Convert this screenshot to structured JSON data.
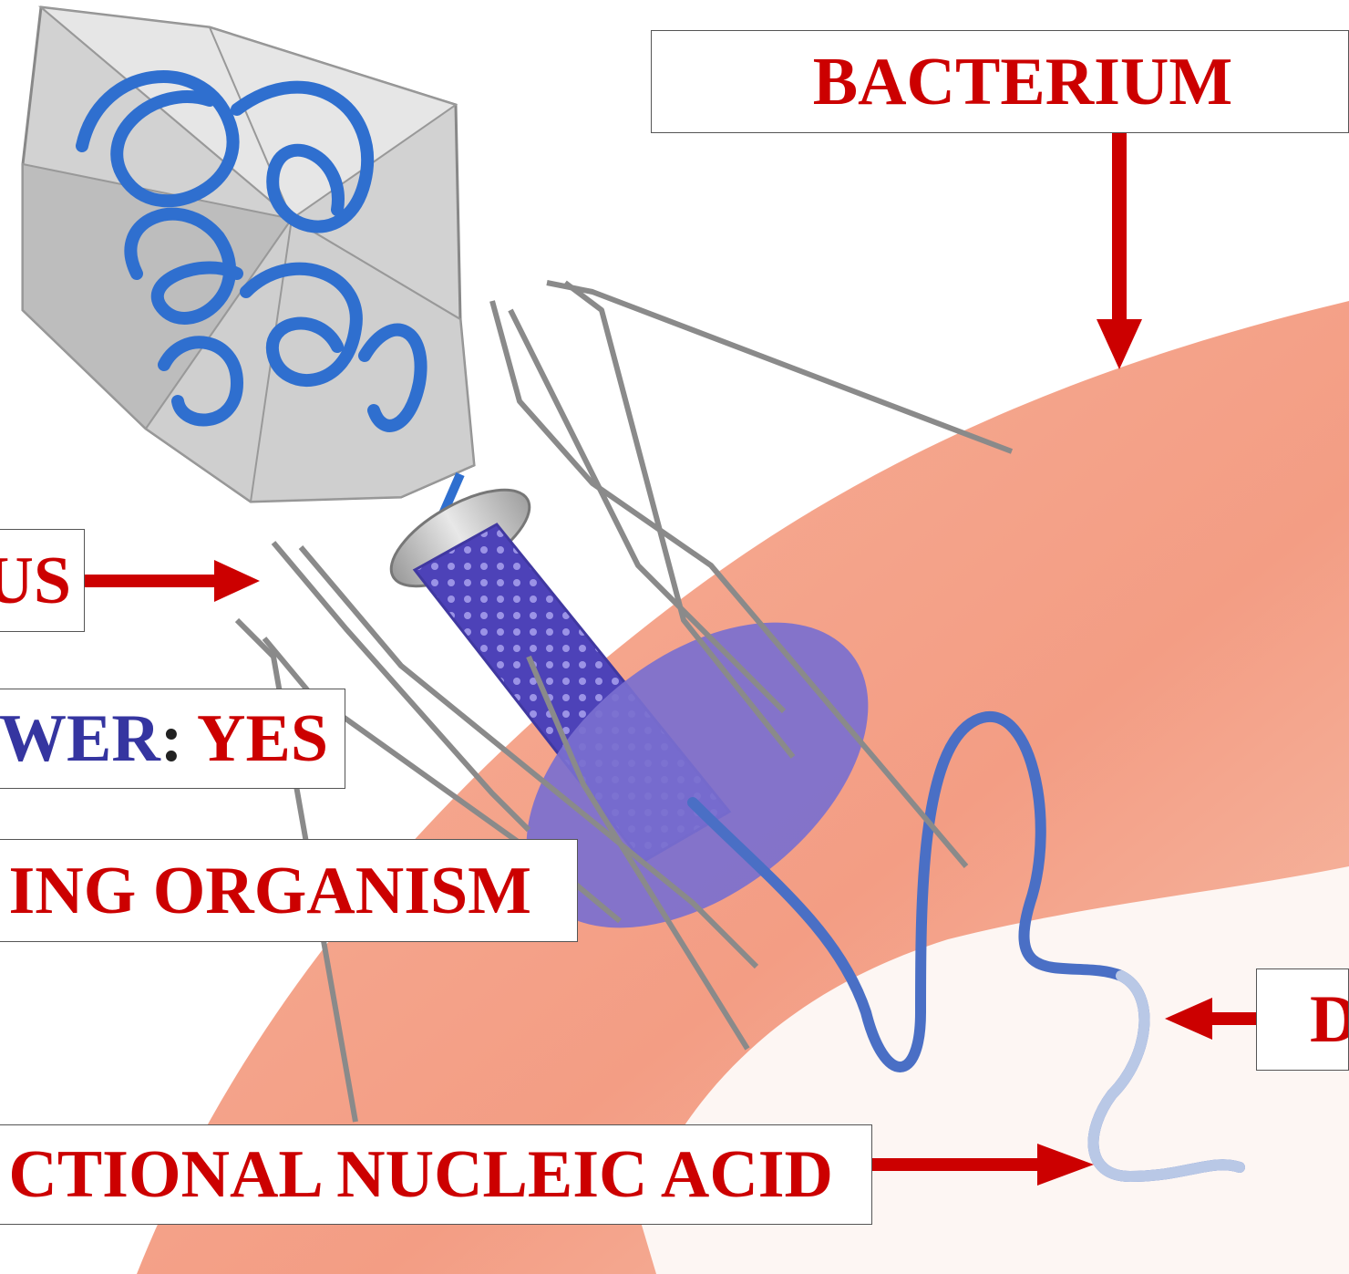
{
  "labels": {
    "bacterium": "BACTERIUM",
    "virus": "US",
    "answer_word": "WER",
    "answer_colon": ":",
    "answer_value": "YES",
    "organism": "ING ORGANISM",
    "nucleic_acid": "CTIONAL NUCLEIC ACID",
    "dna": "D"
  },
  "colors": {
    "label_red": "#cc0000",
    "label_blue": "#3535a0",
    "arrow_red": "#cc0000",
    "bacterium_fill": "#f6a48a",
    "capsid_gray": "#c8c8c8",
    "nucleic_acid_blue": "#2f6fcf",
    "tail_purple": "#6f63c9"
  }
}
